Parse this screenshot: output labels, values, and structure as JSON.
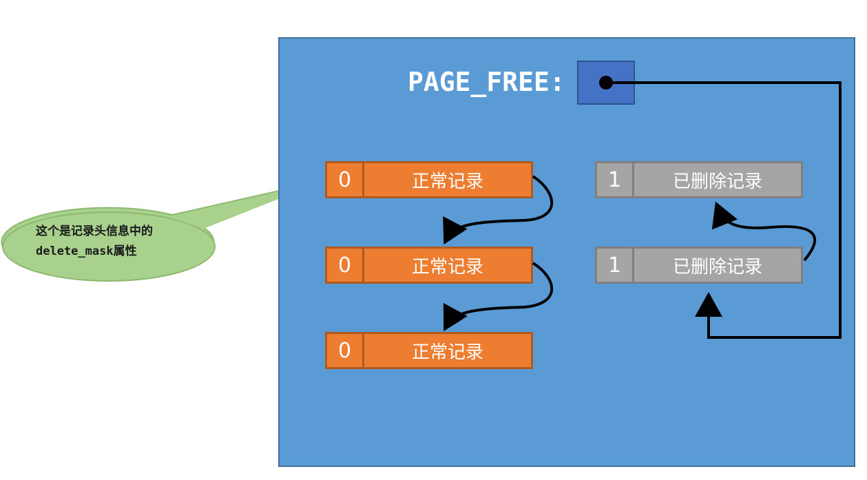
{
  "page_free": {
    "label": "PAGE_FREE:"
  },
  "normal_records": [
    {
      "mask": "0",
      "label": "正常记录"
    },
    {
      "mask": "0",
      "label": "正常记录"
    },
    {
      "mask": "0",
      "label": "正常记录"
    }
  ],
  "deleted_records": [
    {
      "mask": "1",
      "label": "已删除记录"
    },
    {
      "mask": "1",
      "label": "已删除记录"
    }
  ],
  "callout": {
    "line1": "这个是记录头信息中的",
    "line2": "delete_mask属性"
  },
  "colors": {
    "page": "#5b9bd5",
    "pointer_box": "#4472c4",
    "normal_record": "#ed7d31",
    "deleted_record": "#a5a5a5",
    "callout": "#a9d18e",
    "arrow": "#000000"
  }
}
